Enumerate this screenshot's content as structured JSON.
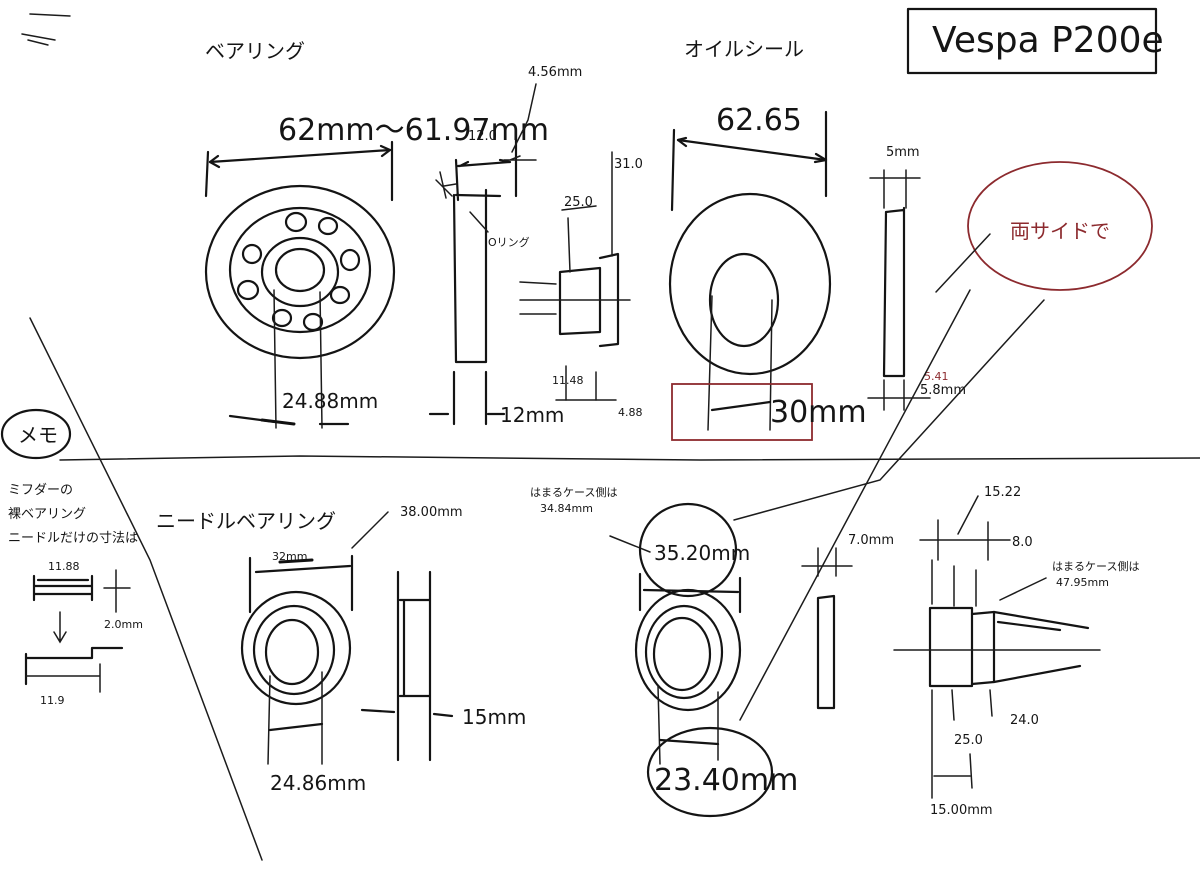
{
  "title_box": "Vespa P200e",
  "top_left": {
    "heading": "ベアリング",
    "outer_dim": "62mm～61.97mm",
    "inner_dim": "24.88mm",
    "width_dim": "12mm",
    "side_12": "12.0",
    "side_456": "4.56mm",
    "o_ring_label": "Oリング",
    "d31": "31.0",
    "d25": "25.0",
    "d1148": "11.48",
    "d488": "4.88"
  },
  "top_right": {
    "heading": "オイルシール",
    "outer_dim": "62.65",
    "inner_dim": "30mm",
    "thick_top": "5mm",
    "thick_bottom": "5.8mm",
    "thick_red": "5.41",
    "note": "両サイドで"
  },
  "memo": {
    "label": "メモ",
    "line1": "ミフダーの",
    "line2": "裸ベアリング",
    "line3": "ニードルだけの寸法は",
    "d1188": "11.88",
    "d20": "2.0mm",
    "d119": "11.9"
  },
  "bottom_left": {
    "heading": "ニードルベアリング",
    "outer_dim": "38.00mm",
    "outer_small": "32mm",
    "inner_dim": "24.86mm",
    "width_dim": "15mm"
  },
  "bottom_mid": {
    "note_line1": "はまるケース側は",
    "note_line2": "34.84mm",
    "outer_dim": "35.20mm",
    "inner_dim": "23.40mm",
    "width_dim": "7.0mm"
  },
  "bottom_right": {
    "d1522": "15.22",
    "d80": "8.0",
    "note_line1": "はまるケース側は",
    "note_line2": "47.95mm",
    "d250": "25.0",
    "d240": "24.0",
    "d1500": "15.00mm"
  }
}
